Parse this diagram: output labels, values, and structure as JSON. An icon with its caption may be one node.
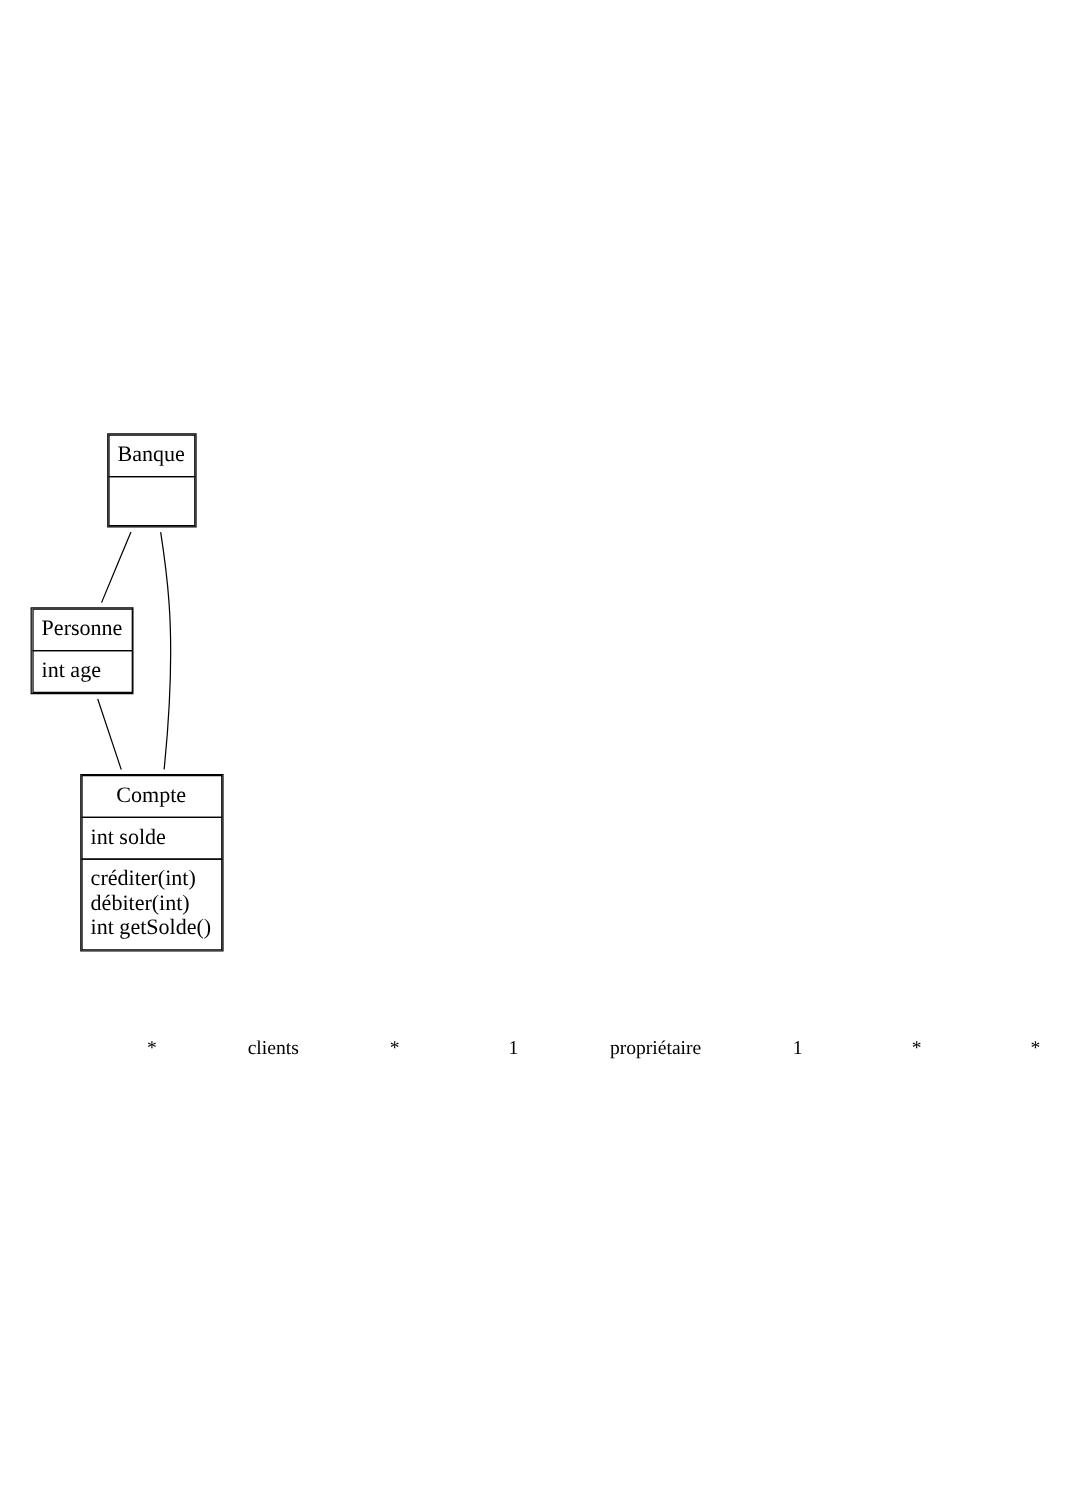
{
  "diagram": {
    "nodes": [
      {
        "text": [
          "Banque"
        ]
      },
      {
        "text": [
          "Personne",
          "int age"
        ]
      },
      {
        "text": [
          "Compte",
          "int solde",
          "créditer(int) débiter(int) int getSolde()"
        ]
      }
    ],
    "edges": [
      {
        "from": 0,
        "to": 1,
        "arrow": "none"
      },
      {
        "from": 0,
        "to": 2,
        "arrow": "none"
      },
      {
        "from": 1,
        "to": 2,
        "arrow": "none"
      }
    ],
    "labels": [
      "*",
      "clients",
      "*",
      "1",
      "propriétaire",
      "1",
      "*",
      "*"
    ]
  }
}
